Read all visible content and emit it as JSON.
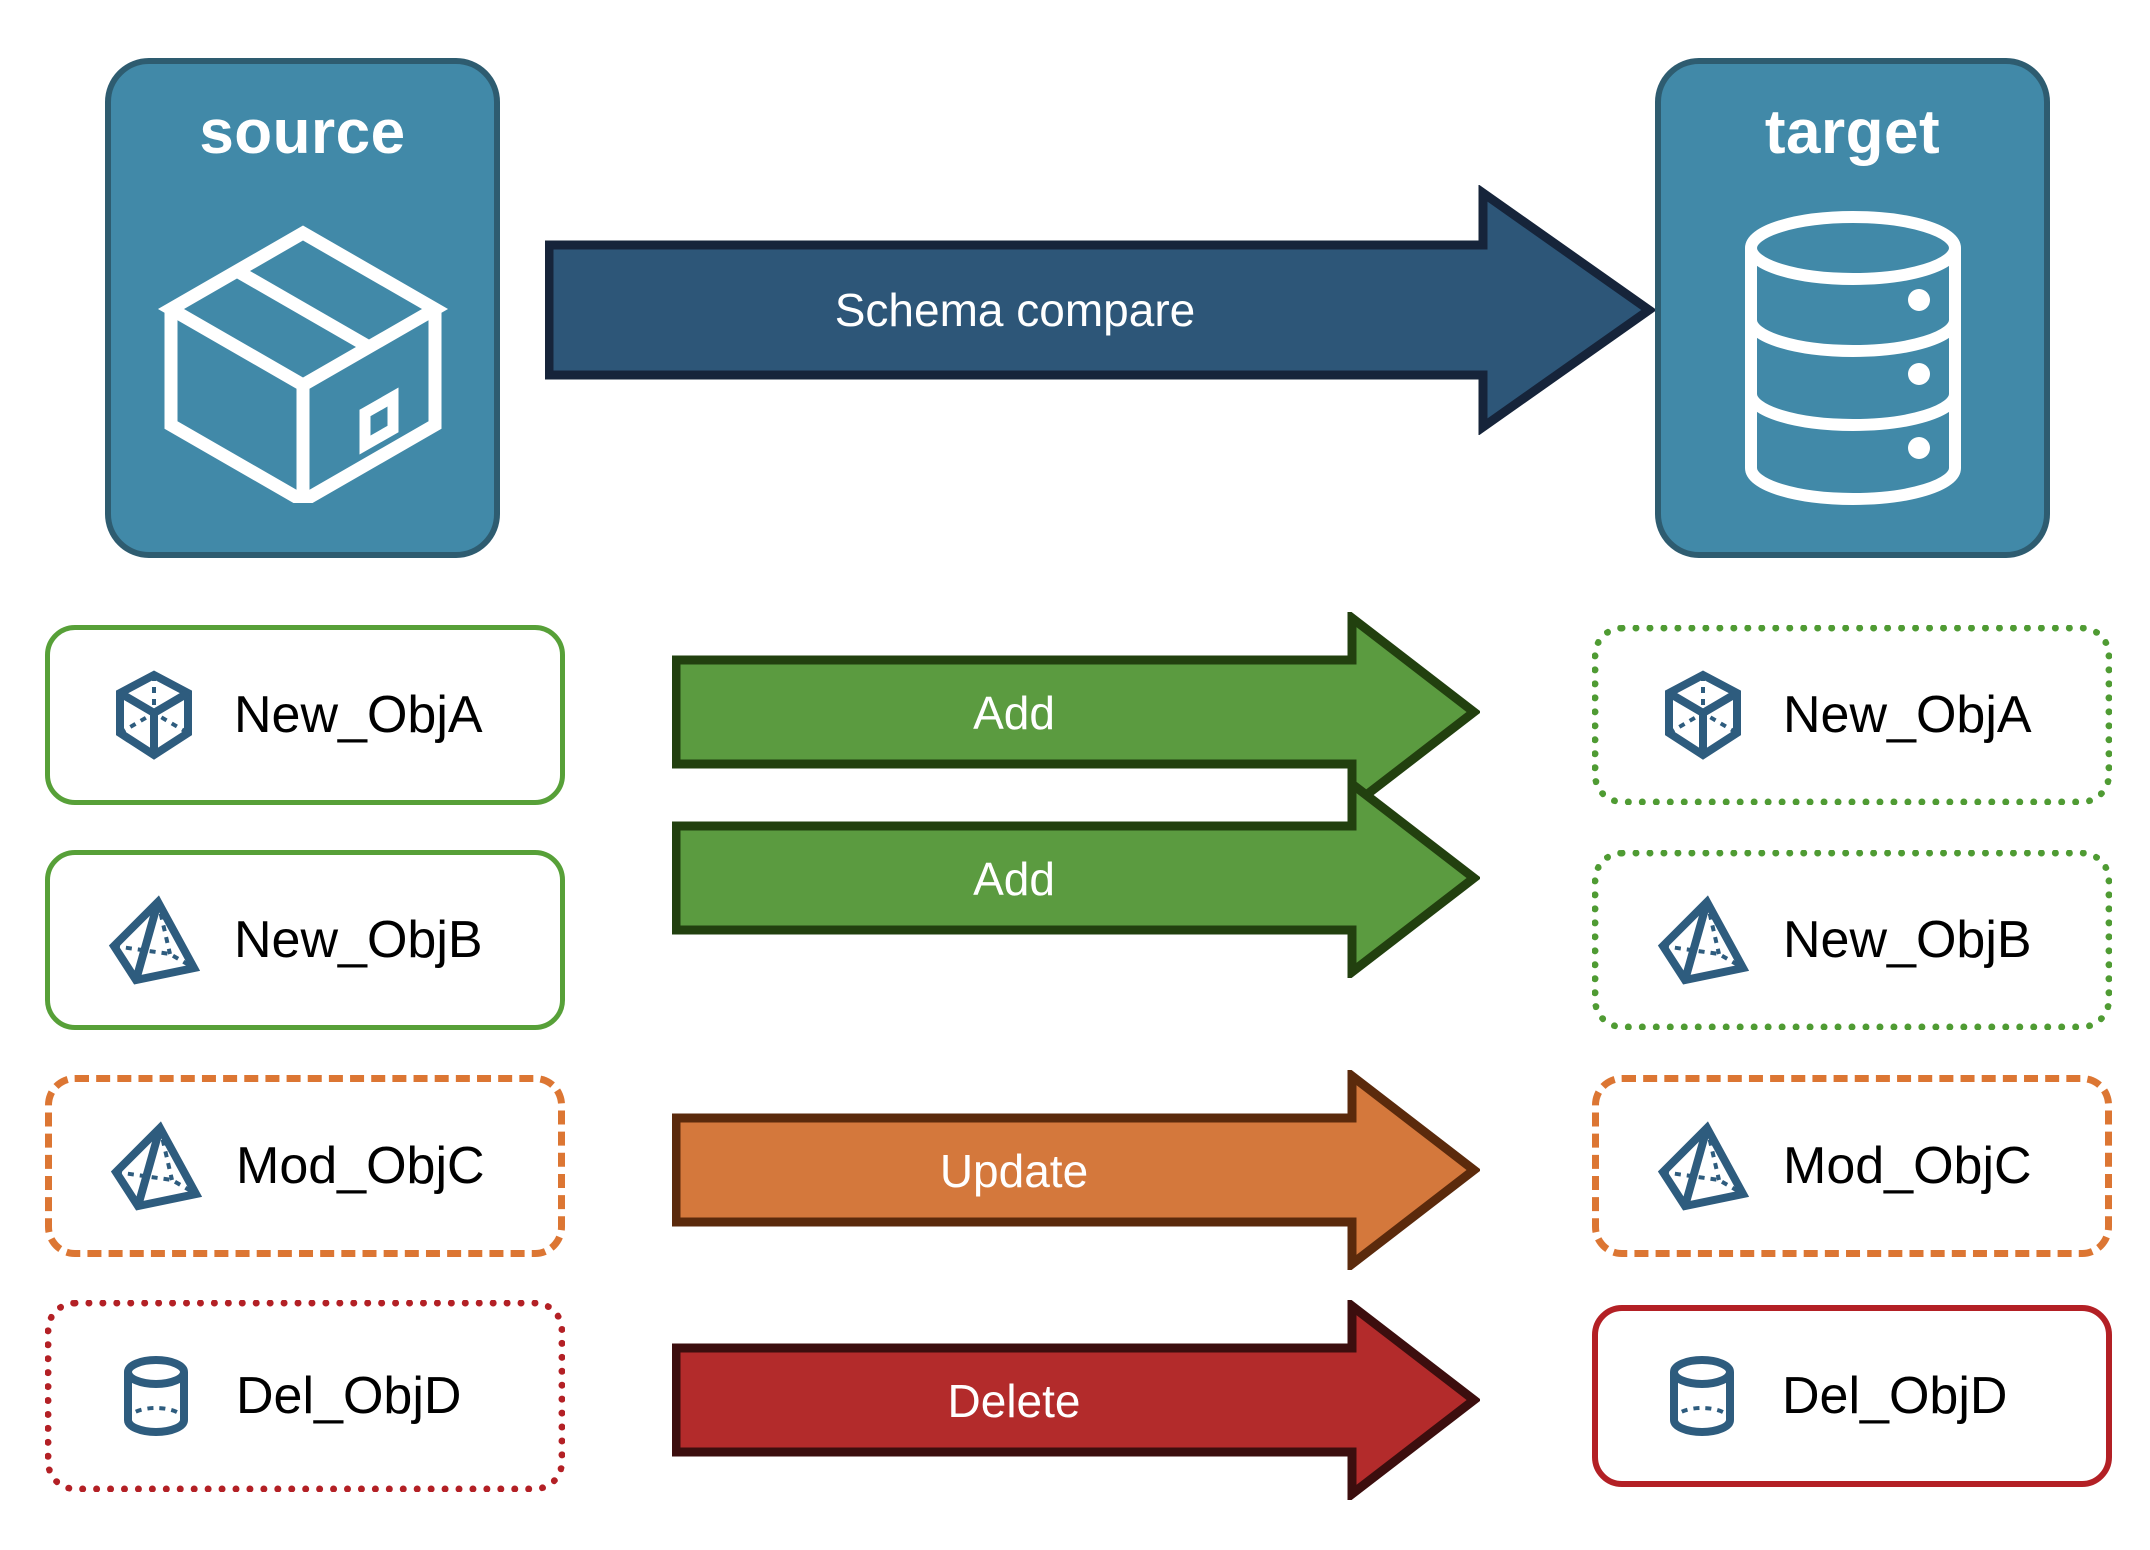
{
  "diagram": {
    "title_source": "source",
    "title_target": "target",
    "banner": {
      "label": "Schema compare",
      "fill": "#2D5678",
      "stroke": "#16243A"
    },
    "endpoints": {
      "source": {
        "label": "source",
        "icon": "package-box-icon",
        "fill": "#4189A8",
        "stroke": "#2E5C70"
      },
      "target": {
        "label": "target",
        "icon": "database-cylinder-icon",
        "fill": "#4189A8",
        "stroke": "#2E5C70"
      }
    },
    "rows": [
      {
        "action": "Add",
        "arrow_fill": "#5B9B40",
        "arrow_stroke": "#22400F",
        "source": {
          "label": "New_ObjA",
          "icon": "wireframe-cube-icon",
          "border_style": "solid",
          "border_color": "#57A038"
        },
        "target": {
          "label": "New_ObjA",
          "icon": "wireframe-cube-icon",
          "border_style": "dotted",
          "border_color": "#4F9B33"
        }
      },
      {
        "action": "Add",
        "arrow_fill": "#5B9B40",
        "arrow_stroke": "#22400F",
        "source": {
          "label": "New_ObjB",
          "icon": "wireframe-pyramid-icon",
          "border_style": "solid",
          "border_color": "#57A038"
        },
        "target": {
          "label": "New_ObjB",
          "icon": "wireframe-pyramid-icon",
          "border_style": "dotted",
          "border_color": "#4F9B33"
        }
      },
      {
        "action": "Update",
        "arrow_fill": "#D4783C",
        "arrow_stroke": "#5B2A0C",
        "source": {
          "label": "Mod_ObjC",
          "icon": "wireframe-pyramid-icon",
          "border_style": "dashed",
          "border_color": "#DC7633"
        },
        "target": {
          "label": "Mod_ObjC",
          "icon": "wireframe-pyramid-icon",
          "border_style": "dashed",
          "border_color": "#DC7633"
        }
      },
      {
        "action": "Delete",
        "arrow_fill": "#B32B2B",
        "arrow_stroke": "#3C0E0E",
        "source": {
          "label": "Del_ObjD",
          "icon": "wireframe-cylinder-icon",
          "border_style": "dotted",
          "border_color": "#B32025"
        },
        "target": {
          "label": "Del_ObjD",
          "icon": "wireframe-cylinder-icon",
          "border_style": "solid",
          "border_color": "#B32025"
        }
      }
    ],
    "colors": {
      "object_icon": "#2E5C7E",
      "background": "#FFFFFF"
    }
  }
}
